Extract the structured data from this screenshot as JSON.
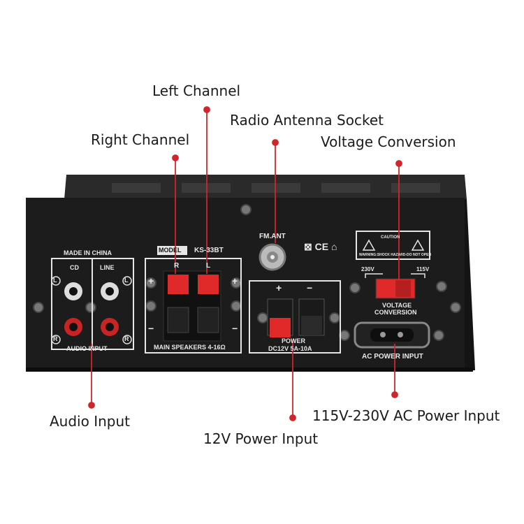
{
  "callouts": {
    "left_channel": "Left Channel",
    "radio_antenna": "Radio Antenna Socket",
    "right_channel": "Right Channel",
    "voltage_conversion": "Voltage Conversion",
    "audio_input": "Audio Input",
    "ac_power_input": "115V-230V AC Power Input",
    "power_12v": "12V Power Input"
  },
  "panel": {
    "made_in": "MADE IN CHINA",
    "cd": "CD",
    "line": "LINE",
    "audio_input": "AUDIO INPUT",
    "model_label": "MODEL",
    "model_number": "KS-33BT",
    "r": "R",
    "l": "L",
    "speakers": "MAIN SPEAKERS 4-16Ω",
    "fm_ant": "FM.ANT",
    "power": "POWER",
    "dc_spec": "DC12V 5A-10A",
    "v230": "230V",
    "v115": "115V",
    "voltage_conv_1": "VOLTAGE",
    "voltage_conv_2": "CONVERSION",
    "ac_power": "AC POWER INPUT",
    "caution": "CAUTION",
    "warning": "WARNING:SHOCK HAZARD-DO NOT OPEN",
    "cert_marks": "⊠ CE ⌂",
    "ch_l": "L",
    "ch_r": "R",
    "plus": "+",
    "minus": "−"
  },
  "colors": {
    "callout_line": "#d0262b",
    "panel": "#1c1c1c",
    "red_terminal": "#e02a2a"
  }
}
